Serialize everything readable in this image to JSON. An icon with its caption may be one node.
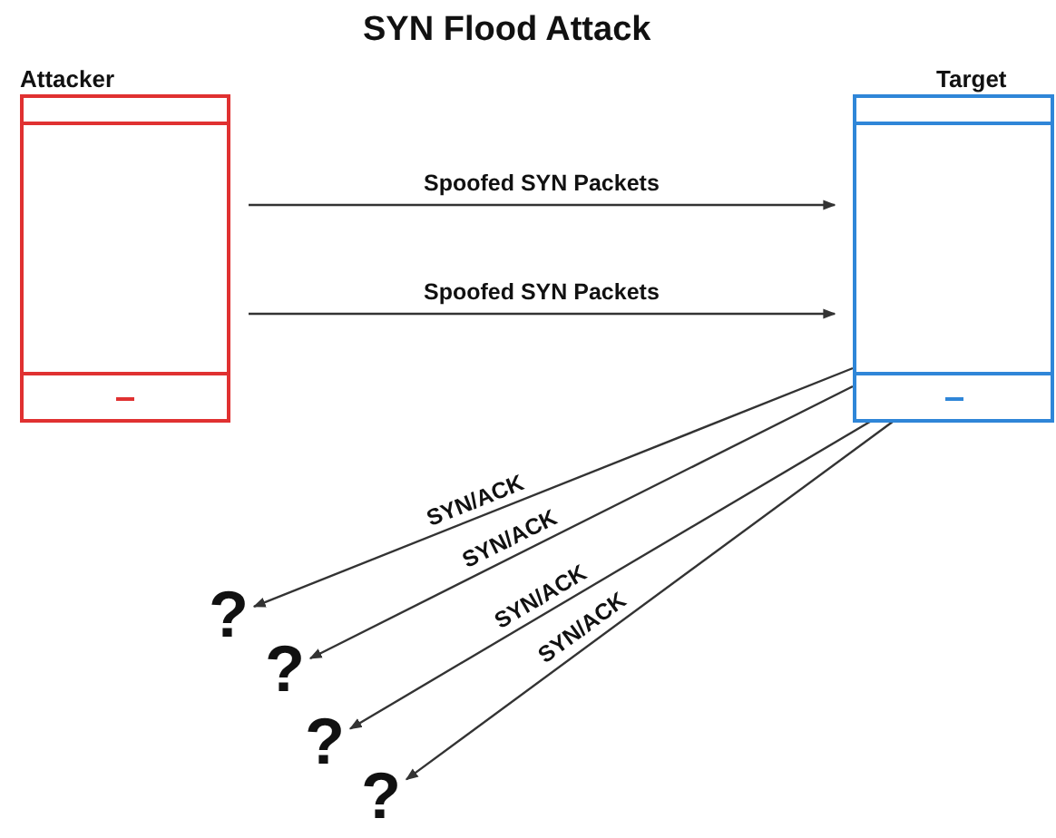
{
  "diagram": {
    "title": "SYN Flood Attack",
    "nodes": [
      {
        "text": [
          "Attacker"
        ]
      },
      {
        "text": [
          "Target"
        ]
      },
      {
        "text": [
          "?"
        ]
      },
      {
        "text": [
          "?"
        ]
      },
      {
        "text": [
          "?"
        ]
      },
      {
        "text": [
          "?"
        ]
      }
    ],
    "edges": [
      {
        "from": 0,
        "to": 1,
        "arrow": "to",
        "label": "Spoofed SYN Packets"
      },
      {
        "from": 0,
        "to": 1,
        "arrow": "to",
        "label": "Spoofed SYN Packets"
      },
      {
        "from": 1,
        "to": 2,
        "arrow": "to",
        "label": "SYN/ACK"
      },
      {
        "from": 1,
        "to": 3,
        "arrow": "to",
        "label": "SYN/ACK"
      },
      {
        "from": 1,
        "to": 4,
        "arrow": "to",
        "label": "SYN/ACK"
      },
      {
        "from": 1,
        "to": 5,
        "arrow": "to",
        "label": "SYN/ACK"
      }
    ]
  }
}
